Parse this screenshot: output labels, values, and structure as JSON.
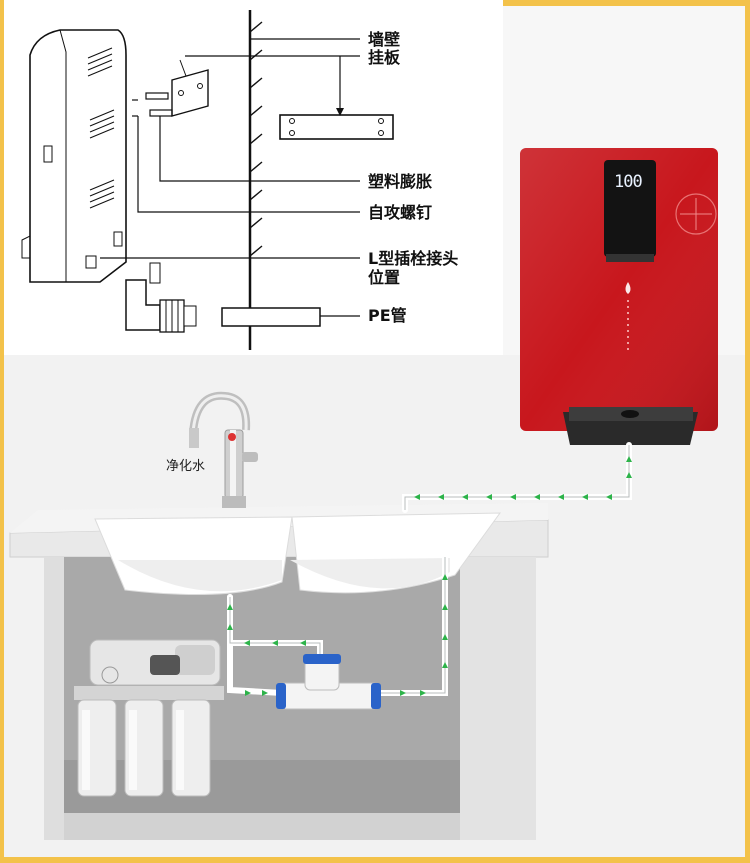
{
  "diagram": {
    "install_labels": {
      "wall": "墙壁",
      "hanging_plate": "挂板",
      "plastic_anchor": "塑料膨胀",
      "self_tapping_screw": "自攻螺钉",
      "l_connector_line1": "L型插栓接头",
      "l_connector_line2": "位置",
      "pe_pipe": "PE管"
    },
    "faucet_label": "净化水",
    "dispenser_display": "100",
    "colors": {
      "border": "#f3c24a",
      "dispenser_body": "#c8171d",
      "flow_arrow": "#2db34a",
      "pipe": "#ffffff",
      "cabinet": "#dcdcdc"
    }
  }
}
